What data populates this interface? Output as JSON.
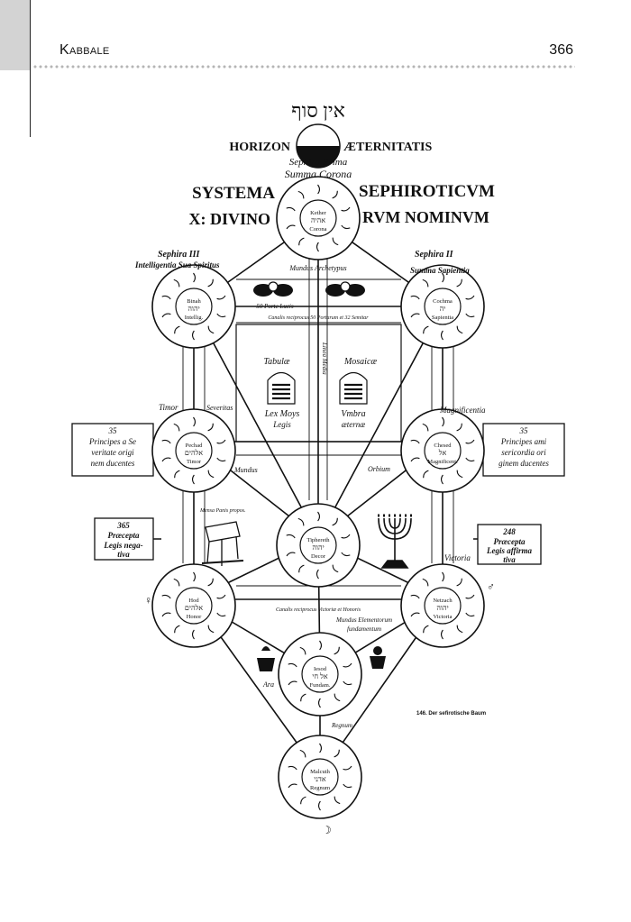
{
  "header": {
    "running_title": "Kabbale",
    "page_number": "366"
  },
  "figure": {
    "hebrew_top": "אין סוף",
    "horizon_left": "HORIZON",
    "horizon_right": "ÆTERNITATIS",
    "sephira_prima": "Sephira      Prima",
    "summa_corona": "Summa   Corona",
    "systema": "SYSTEMA",
    "sephiroticum": "SEPHIROTICVM",
    "x_divino": "X: DIVINO",
    "rum_nominum": "RVM NOMINVM",
    "sephira_iii": "Sephira III",
    "sephira_iii_sub": "Intelligentia Sua Spiritus",
    "sephira_ii": "Sephira II",
    "sephira_ii_sub": "Summa   Sapientia",
    "mundus_archetypus": "Mundus Archetypus",
    "porta_lucis": "50 Porte Lucis",
    "canalis_reciprocus": "Canalis reciprocus 50 Portarum et 32 Semitar",
    "tabulae": "Tabulæ",
    "mosaicae": "Mosaicæ",
    "lex_moys": "Lex Moys",
    "legis": "Legis",
    "vmbra": "Vmbra",
    "aeternae": "æternæ",
    "linea_media": "Linea Media",
    "timor": "Timor",
    "severitas": "Severitas",
    "magnificentia": "Magnificentia",
    "principes_left": [
      "35",
      "Principes a Se",
      "veritate origi",
      "nem ducentes"
    ],
    "principes_right": [
      "35",
      "Principes ami",
      "sericordia ori",
      "ginem ducentes"
    ],
    "praecepta_left": [
      "365",
      "Præcepta",
      "Legis nega-",
      "tiva"
    ],
    "praecepta_right": [
      "248",
      "Præcepta",
      "Legis affirma",
      "tiva"
    ],
    "mundus": "Mundus",
    "orbium": "Orbium",
    "mensa_panis": "Mensa Panis propos.",
    "victoria": "Victoria",
    "canalis_victoriae": "Canalis reciprocus Victoriæ et Honoris",
    "mundus_elementorum": "Mundus Elementorum",
    "fundamentum": "fundamentum",
    "ara": "Ara",
    "regnum": "Regnum",
    "caption": "146. Der sefirotische Baum",
    "nodes": {
      "kether": [
        "Kether",
        "אהיה",
        "Corona"
      ],
      "binah": [
        "Binah",
        "יהוה",
        "Intellig."
      ],
      "chochma": [
        "Cochma",
        "יה",
        "Sapientia"
      ],
      "geburah": [
        "Pechad",
        "אלהים",
        "Timor"
      ],
      "chesed": [
        "Chesed",
        "אל",
        "Magnificent."
      ],
      "tiphereth": [
        "Tiphereth",
        "יהוה",
        "Decor"
      ],
      "hod": [
        "Hod",
        "אלהים",
        "Honor"
      ],
      "netzach": [
        "Netzach",
        "יהוה",
        "Victoria"
      ],
      "yesod": [
        "Iesod",
        "אל חי",
        "Fundam."
      ],
      "malkuth": [
        "Malcuth",
        "אדני",
        "Regnum"
      ]
    }
  }
}
